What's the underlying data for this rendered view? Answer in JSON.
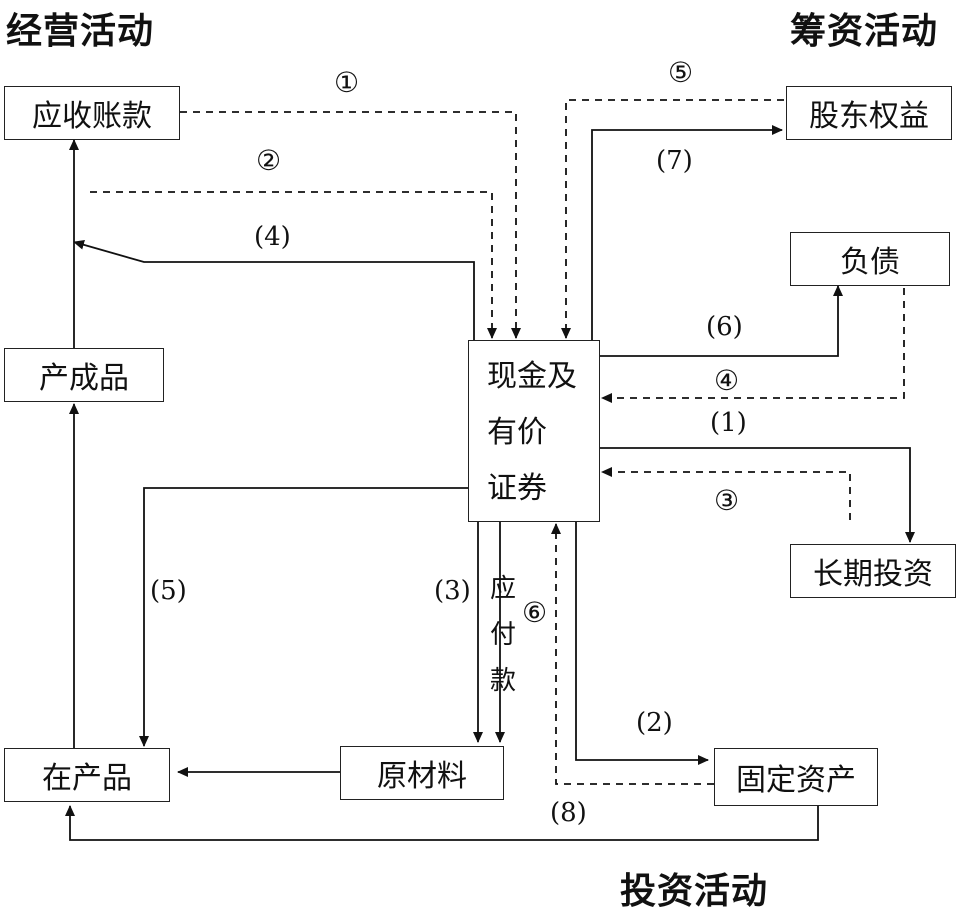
{
  "headings": {
    "operating": "经营活动",
    "financing": "筹资活动",
    "investing": "投资活动"
  },
  "boxes": {
    "receivables": "应收账款",
    "finished_goods": "产成品",
    "wip": "在产品",
    "raw_materials": "原材料",
    "equity": "股东权益",
    "liabilities": "负债",
    "long_term_investment": "长期投资",
    "fixed_assets": "固定资产",
    "cash_line1": "现金及",
    "cash_line2": "有价",
    "cash_line3": "证券"
  },
  "payables_vertical": [
    "应",
    "付",
    "款"
  ],
  "flow_labels": {
    "circ1": "①",
    "circ2": "②",
    "circ3": "③",
    "circ4": "④",
    "circ5": "⑤",
    "circ6": "⑥",
    "p1": "(1)",
    "p2": "(2)",
    "p3": "(3)",
    "p4": "(4)",
    "p5": "(5)",
    "p6": "(6)",
    "p7": "(7)",
    "p8": "(8)"
  }
}
